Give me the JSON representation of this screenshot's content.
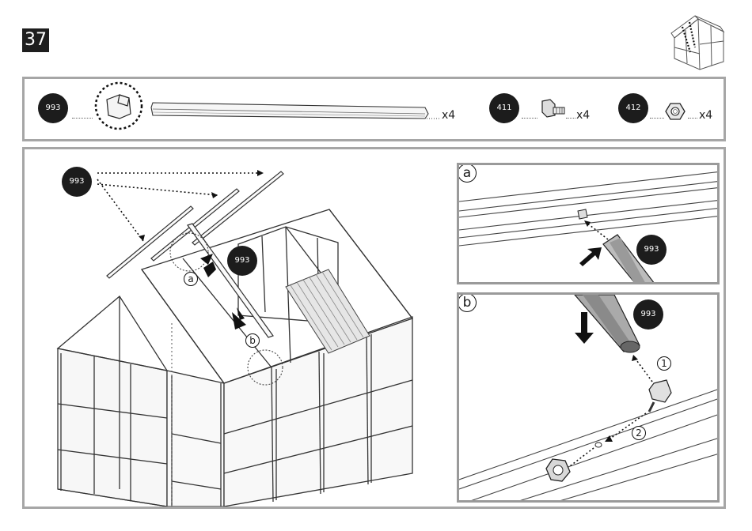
{
  "step": {
    "number": "37"
  },
  "parts": [
    {
      "code": "993",
      "qty": "x4",
      "icon": "roof-bar"
    },
    {
      "code": "411",
      "qty": "x4",
      "icon": "bolt"
    },
    {
      "code": "412",
      "qty": "x4",
      "icon": "nut"
    }
  ],
  "main": {
    "part_label": "993",
    "part_label_2": "993",
    "callout_a": "a",
    "callout_b": "b"
  },
  "detail_a": {
    "tag": "a",
    "part_label": "993"
  },
  "detail_b": {
    "tag": "b",
    "part_label": "993",
    "step_1": "1",
    "step_2": "2"
  }
}
